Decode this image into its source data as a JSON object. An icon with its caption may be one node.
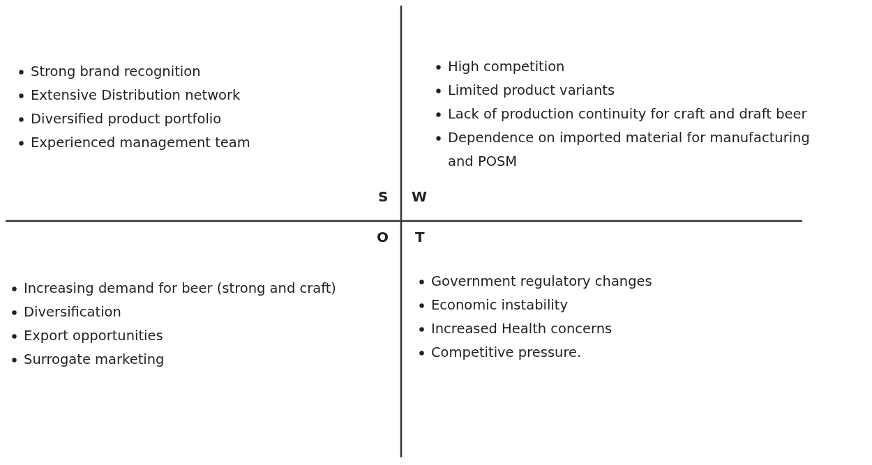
{
  "diagram": {
    "labels": [
      "Strong brand recognition",
      "Extensive Distribution network",
      "Diversified product portfolio",
      "Experienced management team",
      "High competition",
      "Limited product variants",
      "Lack of production continuity for craft and draft beer",
      "Dependence on imported material for manufacturing and POSM",
      "S",
      "W",
      "O",
      "T",
      "Increasing demand for beer (strong and craft)",
      "Diversification",
      "Export opportunities",
      "Surrogate marketing",
      "Government regulatory changes",
      "Economic instability",
      "Increased Health concerns",
      "Competitive pressure."
    ]
  }
}
